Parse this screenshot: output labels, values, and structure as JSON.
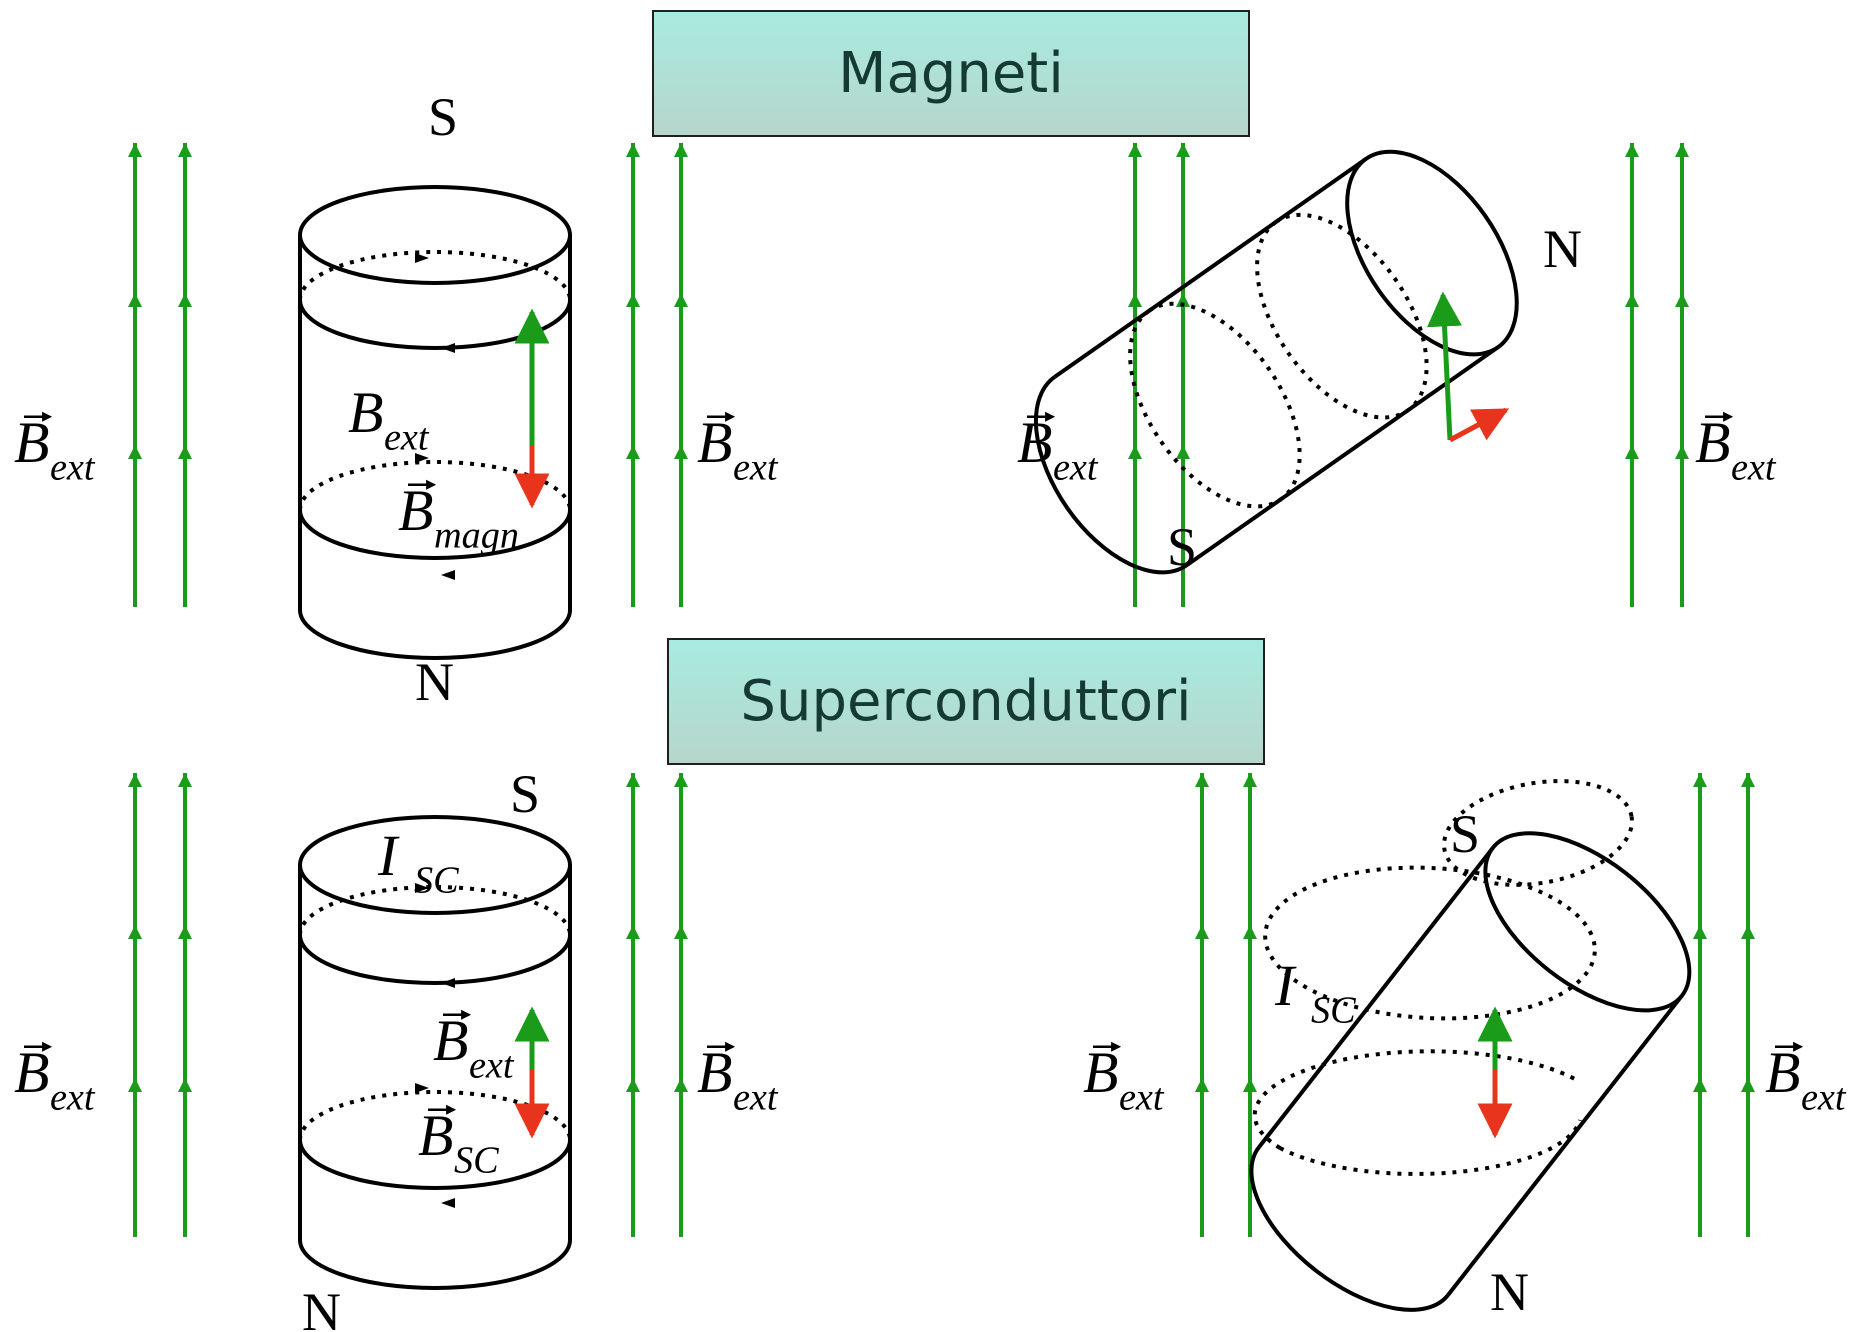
{
  "titles": {
    "magnets": "Magneti",
    "superconductors": "Superconduttori"
  },
  "labels": {
    "B": "B",
    "ext": "ext",
    "magn": "magn",
    "sc_sub": "SC",
    "I": "I",
    "north": "N",
    "south": "S"
  },
  "colors": {
    "field_lines": "#1a9c1a",
    "external_field_vector": "#1a9c1a",
    "induced_field_vector": "#e8341c",
    "title_fill_top": "#a8ebe0",
    "title_fill_bottom": "#b6d6cc",
    "title_text": "#143a33",
    "outline": "#000000"
  },
  "icons": {
    "field_line_arrow": "arrowhead-up",
    "current_arrow": "arrowhead-right",
    "vector_arrow": "vector-arrow"
  }
}
